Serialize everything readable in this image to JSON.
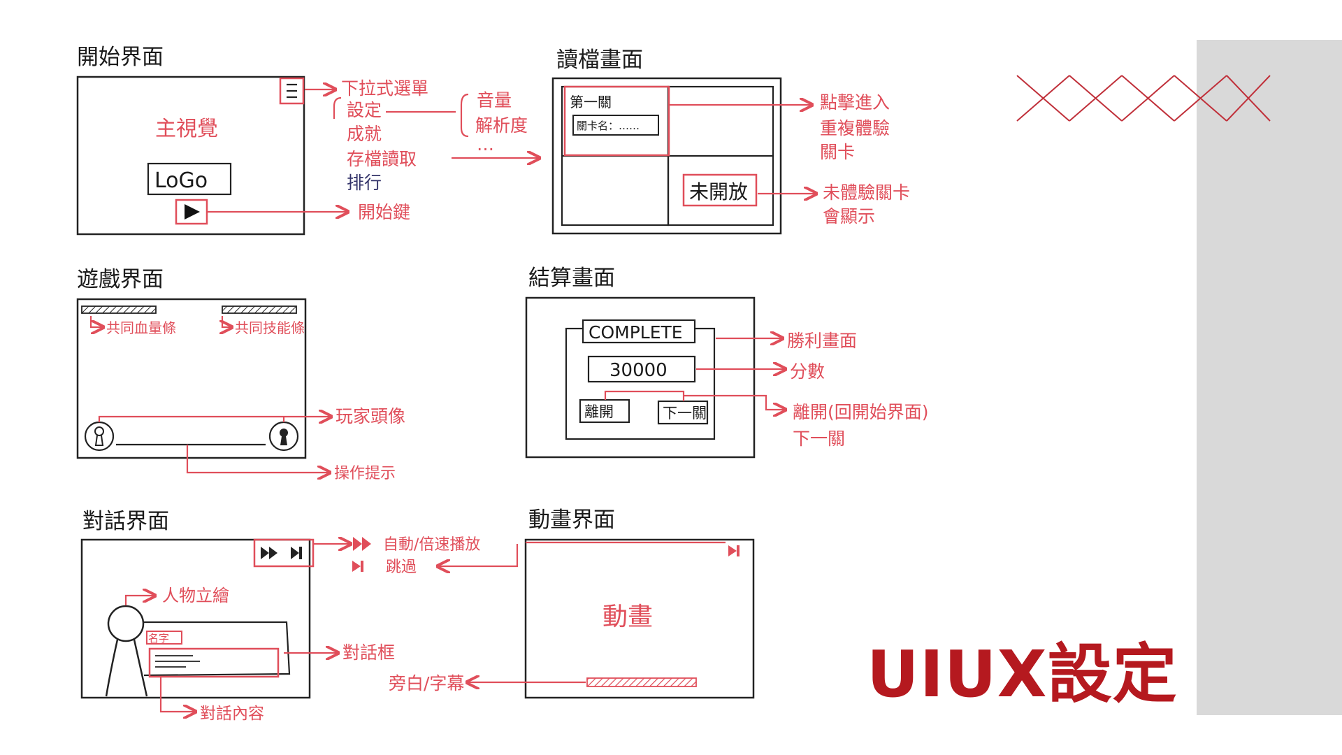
{
  "colors": {
    "accent": "#e04e5a",
    "title": "#b5191f",
    "ink": "#1a1a1a",
    "navy": "#34346a",
    "sidebar": "#d9d9d9"
  },
  "page_title": "UIUX設定",
  "start_screen": {
    "title": "開始界面",
    "key_visual": "主視覺",
    "logo": "LoGo",
    "menu_icon": "hamburger-menu-icon",
    "play_icon": "play-icon",
    "labels": {
      "dropdown": "下拉式選單",
      "settings": "設定",
      "achievements": "成就",
      "save_load": "存檔讀取",
      "ranking": "排行",
      "start_button": "開始鍵"
    },
    "settings_sub": {
      "volume": "音量",
      "resolution": "解析度",
      "more": "…"
    }
  },
  "load_screen": {
    "title": "讀檔畫面",
    "slot_level": "第一關",
    "slot_bar": "關卡名：……",
    "locked_tag": "未開放",
    "labels": {
      "replay_1": "點擊進入",
      "replay_2": "重複體驗",
      "replay_3": "關卡",
      "locked_1": "未體驗關卡",
      "locked_2": "會顯示"
    }
  },
  "game_screen": {
    "title": "遊戲界面",
    "labels": {
      "shared_hp": "共同血量條",
      "shared_skill": "共同技能條",
      "player_avatar": "玩家頭像",
      "controls_hint": "操作提示"
    }
  },
  "result_screen": {
    "title": "結算畫面",
    "complete": "COMPLETE",
    "score": "30000",
    "leave_button": "離開",
    "next_button": "下一關",
    "labels": {
      "victory": "勝利畫面",
      "score": "分數",
      "leave": "離開(回開始界面)",
      "next": "下一關"
    }
  },
  "dialogue_screen": {
    "title": "對話界面",
    "name_tag": "名字",
    "icons": {
      "fast_forward": "fast-forward-icon",
      "skip": "skip-icon"
    },
    "labels": {
      "auto_speed": "自動/倍速播放",
      "skip": "跳過",
      "portrait": "人物立繪",
      "dialog_box": "對話框",
      "dialog_content": "對話內容"
    }
  },
  "animation_screen": {
    "title": "動畫界面",
    "content": "動畫",
    "labels": {
      "subtitle": "旁白/字幕"
    }
  }
}
